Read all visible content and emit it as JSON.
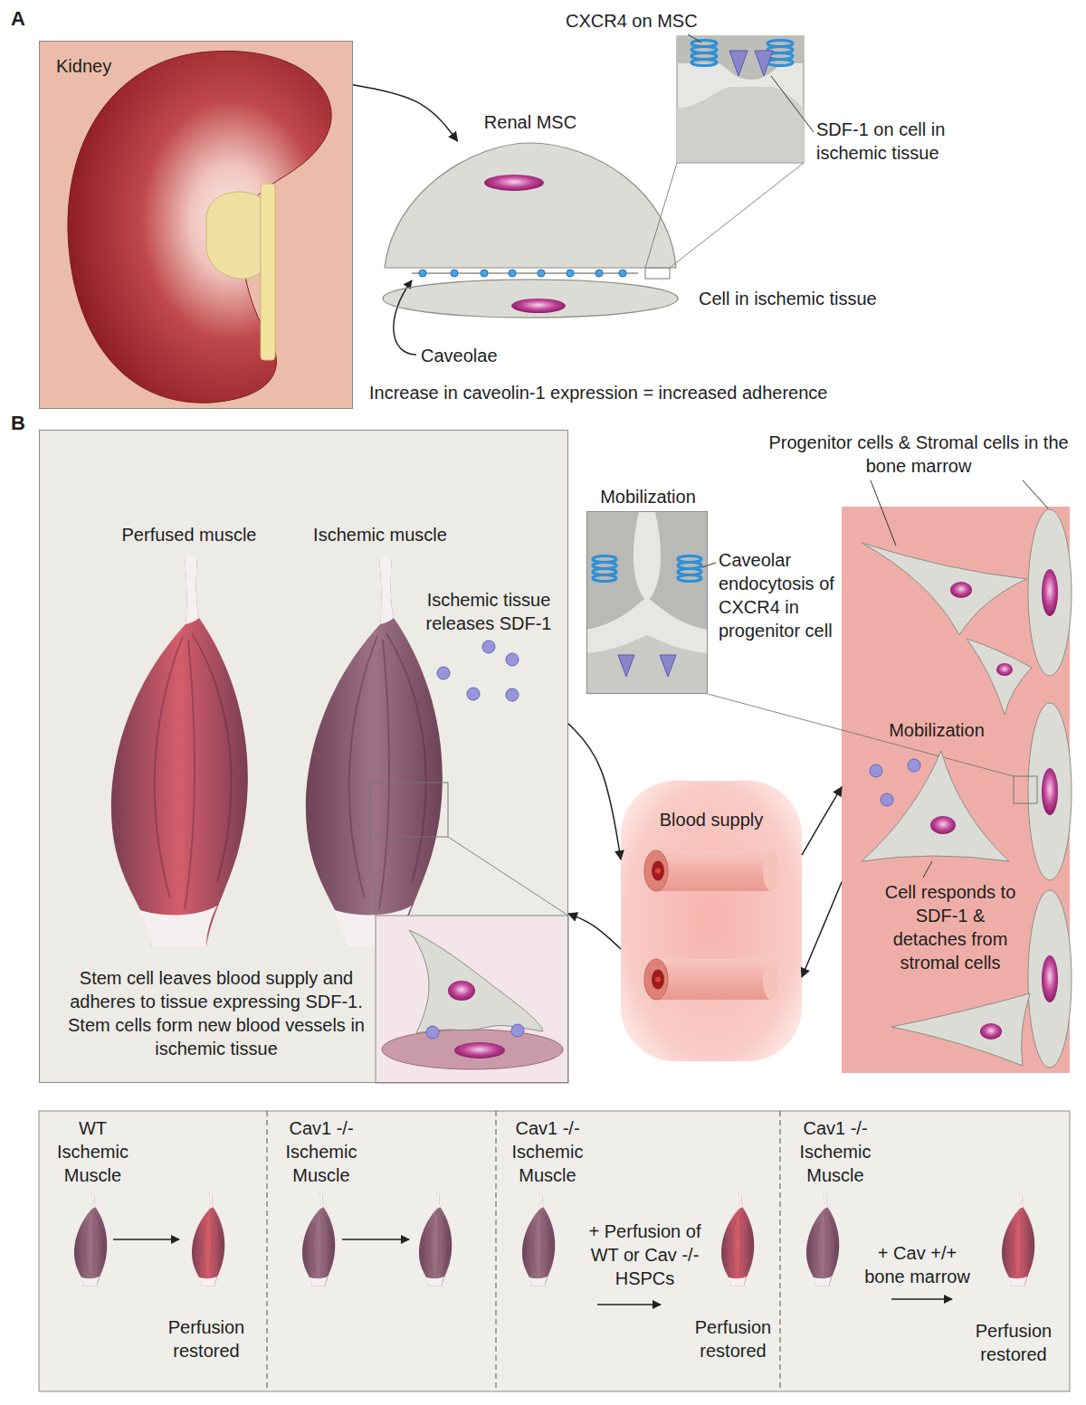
{
  "diagram": {
    "nodes": [
      {
        "text": [
          "Kidney"
        ]
      },
      {
        "text": [
          "Renal MSC"
        ]
      },
      {
        "text": [
          "Cell in ischemic tissue"
        ]
      },
      {
        "text": [
          "Stem cell leaves blood supply and adheres to tissue expressing SDF-1. Stem cells form new blood vessels in ischemic tissue"
        ]
      },
      {
        "text": [
          "Mobilization"
        ]
      },
      {
        "text": [
          "Blood supply"
        ]
      },
      {
        "text": [
          "Progenitor cells & Stromal cells in the bone marrow",
          "Mobilization",
          "Cell responds to SDF-1 & detaches from stromal cells"
        ]
      },
      {
        "text": [
          "WT Ischemic Muscle",
          "Perfusion restored"
        ]
      },
      {
        "text": [
          "Cav1 -/- Ischemic Muscle"
        ]
      },
      {
        "text": [
          "Cav1 -/- Ischemic Muscle",
          "+ Perfusion of WT or Cav -/- HSPCs",
          "Perfusion restored"
        ]
      },
      {
        "text": [
          "Cav1 -/- Ischemic Muscle",
          "+ Cav +/+ bone marrow",
          "Perfusion restored"
        ]
      }
    ],
    "edges": [
      {
        "from": 0,
        "to": 1,
        "arrow": "to"
      },
      {
        "from": 3,
        "to": 5,
        "arrow": "to"
      },
      {
        "from": 5,
        "to": 3,
        "arrow": "to"
      },
      {
        "from": 5,
        "to": 6,
        "arrow": "to"
      },
      {
        "from": 6,
        "to": 5,
        "arrow": "to"
      }
    ],
    "labels": [
      "A",
      "CXCR4 on MSC",
      "SDF-1 on cell in ischemic tissue",
      "Caveolae",
      "Increase in caveolin-1 expression = increased adherence",
      "B",
      "Perfused muscle",
      "Ischemic muscle",
      "Ischemic tissue releases SDF-1",
      "Caveolar endocytosis of CXCR4 in progenitor cell"
    ]
  }
}
